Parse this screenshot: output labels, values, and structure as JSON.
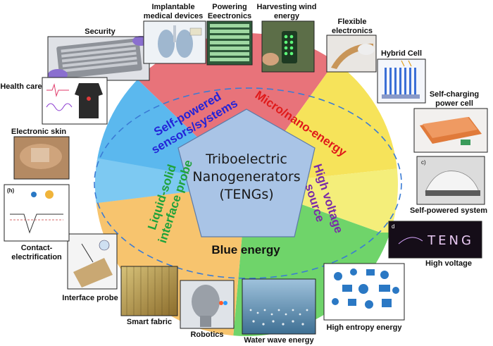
{
  "center_title": [
    "Triboelectric",
    "Nanogenerators",
    "(TENGs)"
  ],
  "themes": {
    "self_powered": [
      "Self-powered",
      "sensors/systems"
    ],
    "micro_nano": "Micro/nano-energy",
    "high_voltage": [
      "High voltage",
      "source"
    ],
    "blue_energy": "Blue energy",
    "liquid_solid": [
      "Liquid-solid",
      "interface probe"
    ]
  },
  "theme_colors": {
    "self_powered": "#2323d8",
    "micro_nano": "#e01a1a",
    "high_voltage": "#7a2aa8",
    "blue_energy": "#111111",
    "liquid_solid": "#1fa23a"
  },
  "captions": {
    "security": "Security",
    "implantable": [
      "Implantable",
      "medical devices"
    ],
    "powering": [
      "Powering",
      "Eeectronics"
    ],
    "harvesting": [
      "Harvesting wind",
      "energy"
    ],
    "flexible": [
      "Flexible",
      "electronics"
    ],
    "hybrid": "Hybrid Cell",
    "self_charging": [
      "Self-charging",
      "power cell"
    ],
    "self_powered_system": "Self-powered system",
    "high_voltage": "High voltage",
    "high_entropy": "High entropy energy",
    "water_wave": "Water wave energy",
    "robotics": "Robotics",
    "smart_fabric": "Smart fabric",
    "interface_probe": "Interface probe",
    "contact": [
      "Contact-",
      "electrification"
    ],
    "electronic_skin": "Electronic skin",
    "health_care": "Health care"
  },
  "panel_tags": {
    "h": "(h)",
    "c": "c)",
    "d": "d",
    "tenG": "TENG"
  },
  "sector_colors": {
    "top": "#e8737a",
    "upper_right": "#f6e35a",
    "lower_right": "#f4ee7a",
    "bottom": "#6fd46a",
    "lower_left": "#f7c46e",
    "left": "#5bb8ee",
    "center_pentagon": "#a9c4e6"
  }
}
